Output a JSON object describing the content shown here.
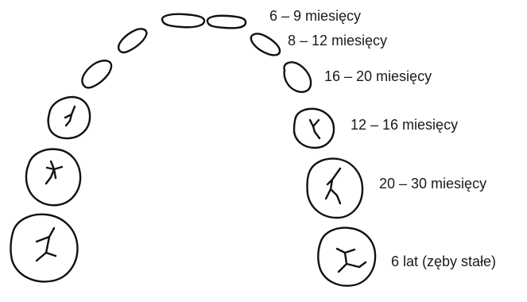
{
  "labels": {
    "central_incisors": "6 – 9 miesięcy",
    "lateral_incisors": "8 – 12 miesięcy",
    "canines": "16 – 20 miesięcy",
    "first_molars": "12 – 16 miesięcy",
    "second_molars": "20 – 30 miesięcy",
    "permanent_molars": "6 lat (zęby stałe)"
  }
}
